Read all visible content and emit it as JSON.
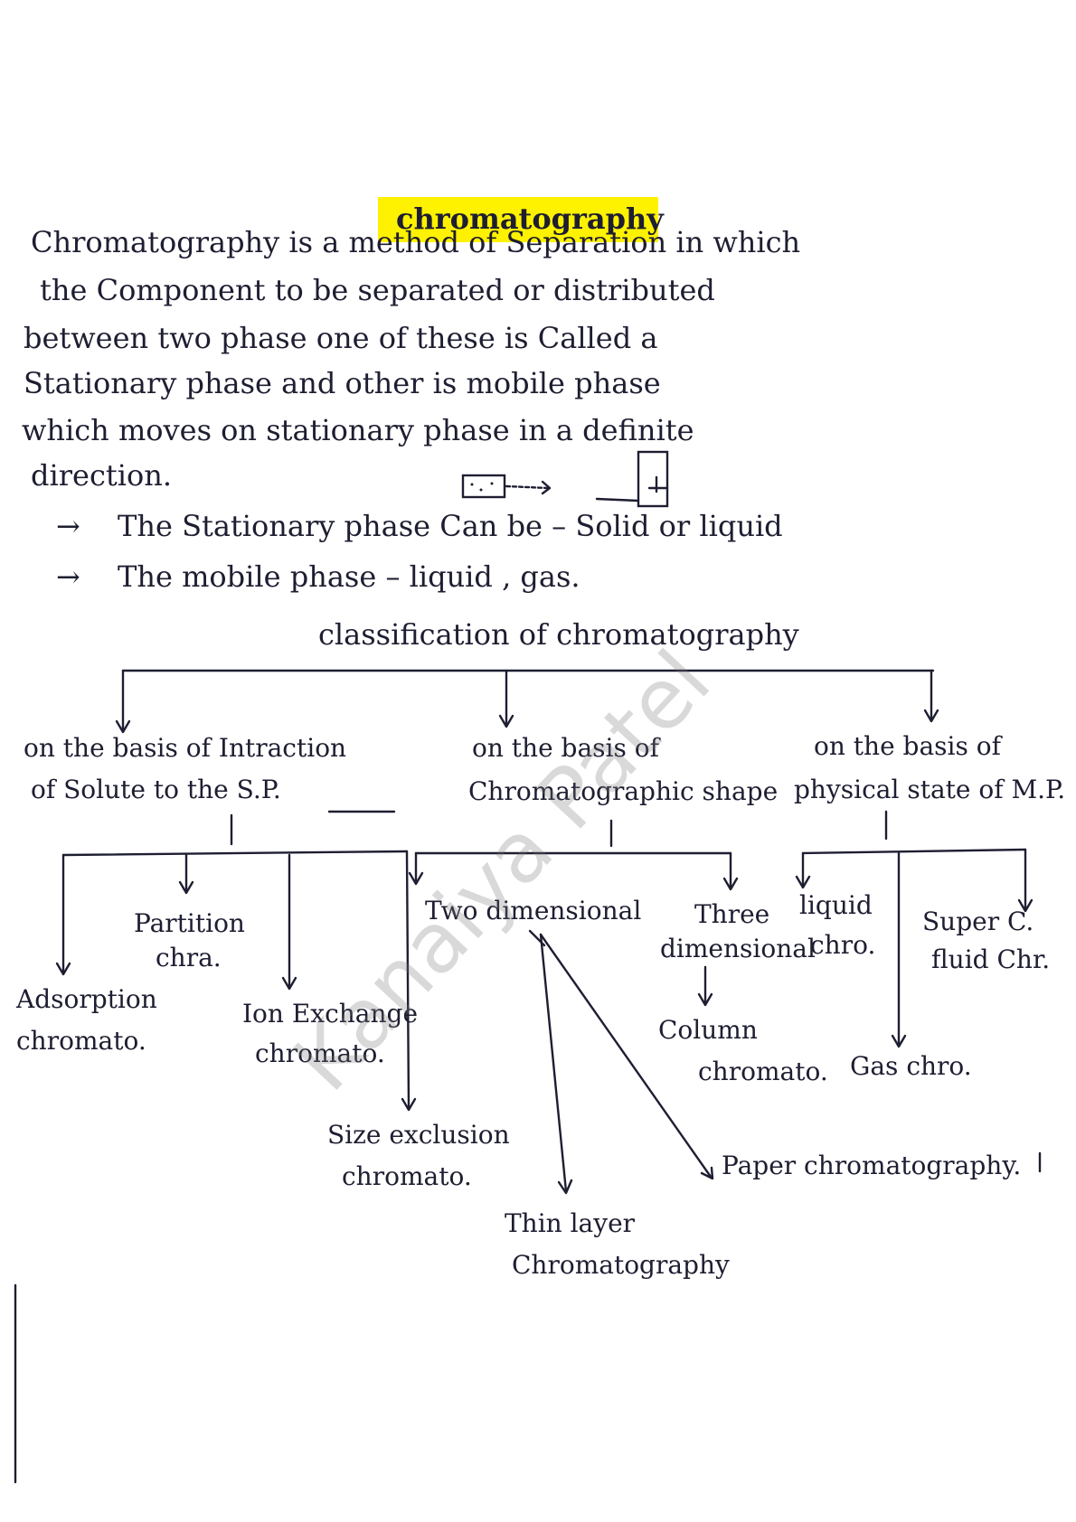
{
  "title": "chromatography",
  "intro_lines": [
    "Chromatography   is   a   method   of   Separation   in  which",
    "the   Component   to   be   separated   or   distributed",
    "between   two   phase   one   of   these   is   Called   a",
    "Stationary   phase   and   other   is   mobile   phase",
    "which   moves   on   stationary   phase   in  a  definite",
    "direction."
  ],
  "points": [
    {
      "arrow": "→",
      "text": "The   Stationary   phase   Can  be  –  Solid  or  liquid"
    },
    {
      "arrow": "→",
      "text": "The   mobile   phase  –  liquid , gas."
    }
  ],
  "classification_title": "classification   of   chromatography",
  "bases": [
    {
      "line1": "on  the  basis  of  Intraction",
      "line2": "of  Solute  to  the  S.P."
    },
    {
      "line1": "on the basis of",
      "line2": "Chromatographic shape"
    },
    {
      "line1": "on  the  basis of",
      "line2": "physical  state of M.P."
    }
  ],
  "methods": {
    "adsorption": [
      "Adsorption",
      "chromato."
    ],
    "partition": [
      "Partition",
      "chra."
    ],
    "ion_exchange": [
      "Ion Exchange",
      "chromato."
    ],
    "size_exclusion": [
      "Size  exclusion",
      "chromato."
    ],
    "two_dimensional": [
      "Two dimensional"
    ],
    "three_dimensional": [
      "Three",
      "dimensional"
    ],
    "column": [
      "Column",
      "chromato."
    ],
    "thin_layer": [
      "Thin  layer",
      "Chromatography"
    ],
    "paper": [
      "Paper  chromatography."
    ],
    "liquid": [
      "liquid",
      "chro."
    ],
    "gas": [
      "Gas  chro."
    ],
    "super_fluid": [
      "Super  C.",
      "fluid  Chr."
    ]
  },
  "watermark": "Kanaiya Patel"
}
